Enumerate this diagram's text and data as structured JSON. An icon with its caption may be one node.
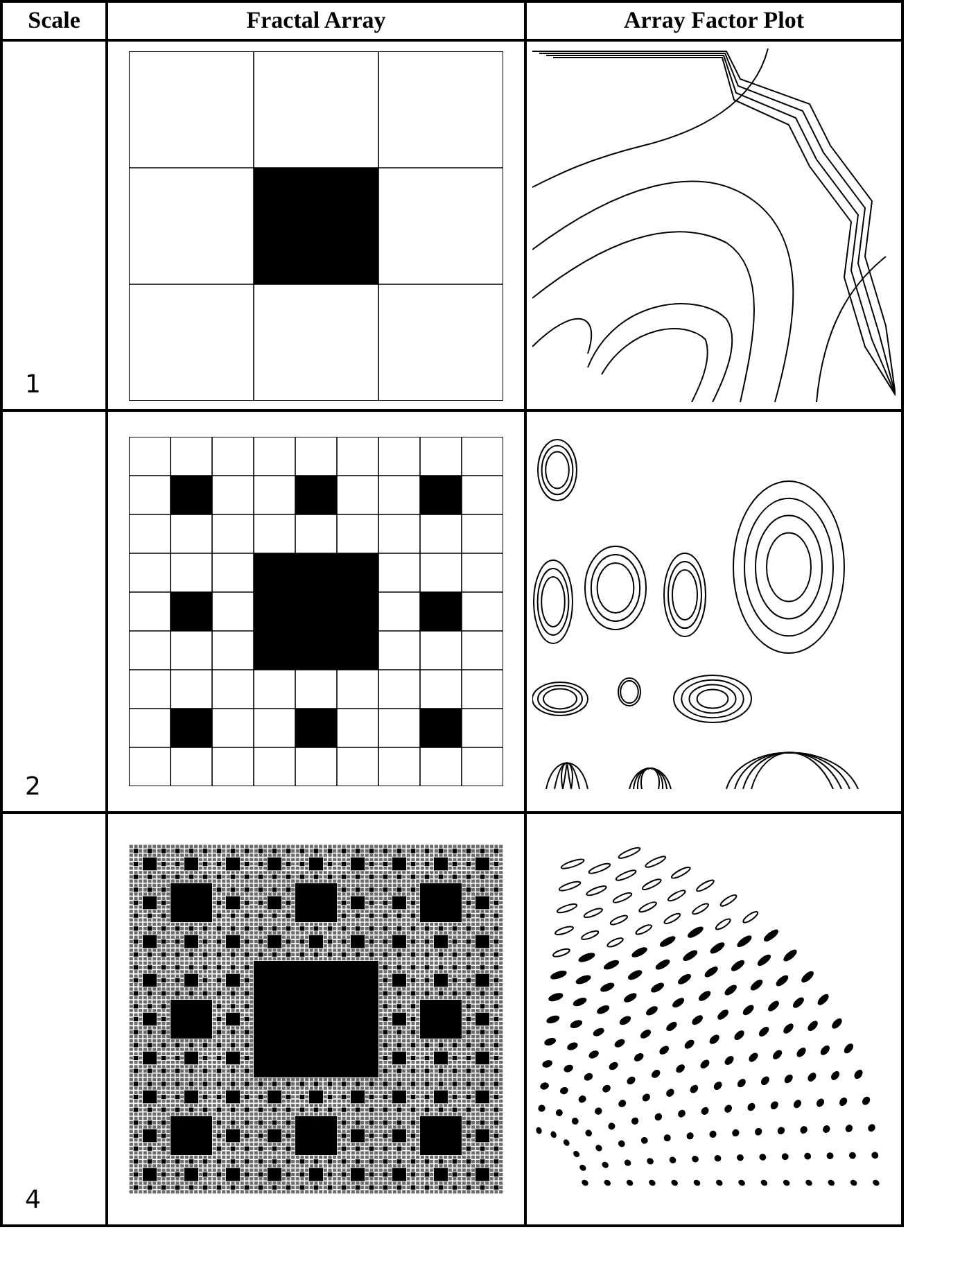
{
  "diagram": {
    "labels": [
      "Scale",
      "Fractal Array",
      "Array Factor Plot",
      "1",
      "2",
      "4"
    ]
  }
}
